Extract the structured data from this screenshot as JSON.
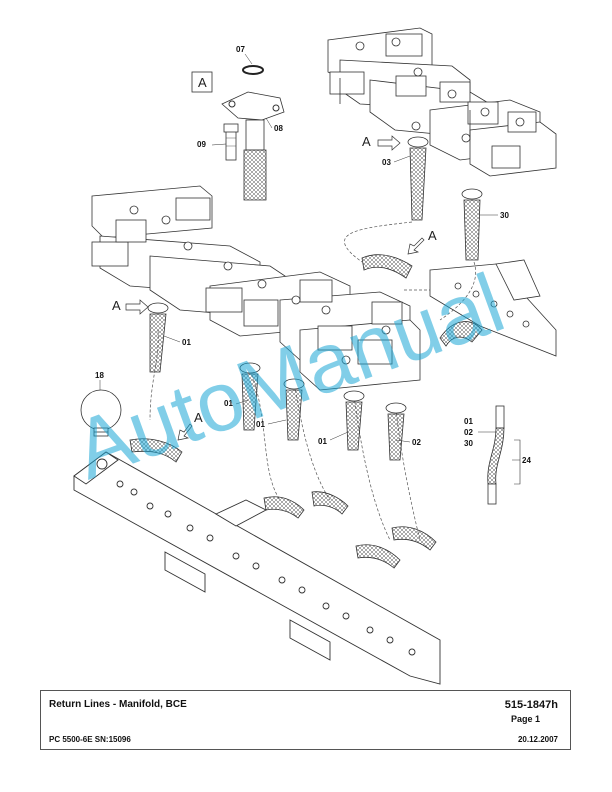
{
  "title_block": {
    "title": "Return Lines - Manifold, BCE",
    "doc_number": "515-1847h",
    "page": "Page 1",
    "model": "PC 5500-6E SN:15096",
    "date": "20.12.2007"
  },
  "watermark": "AutoManual",
  "detail_label": "A",
  "view_markers": [
    "A",
    "A",
    "A",
    "A"
  ],
  "callouts": {
    "c07": "07",
    "c08": "08",
    "c09": "09",
    "c03": "03",
    "c30": "30",
    "c01a": "01",
    "c18": "18",
    "c01b": "01",
    "c01c": "01",
    "c01d": "01",
    "c02": "02",
    "group_01": "01",
    "group_02": "02",
    "group_30": "30",
    "c24": "24"
  },
  "colors": {
    "line": "#333333",
    "watermark": "#1aa6d6"
  }
}
